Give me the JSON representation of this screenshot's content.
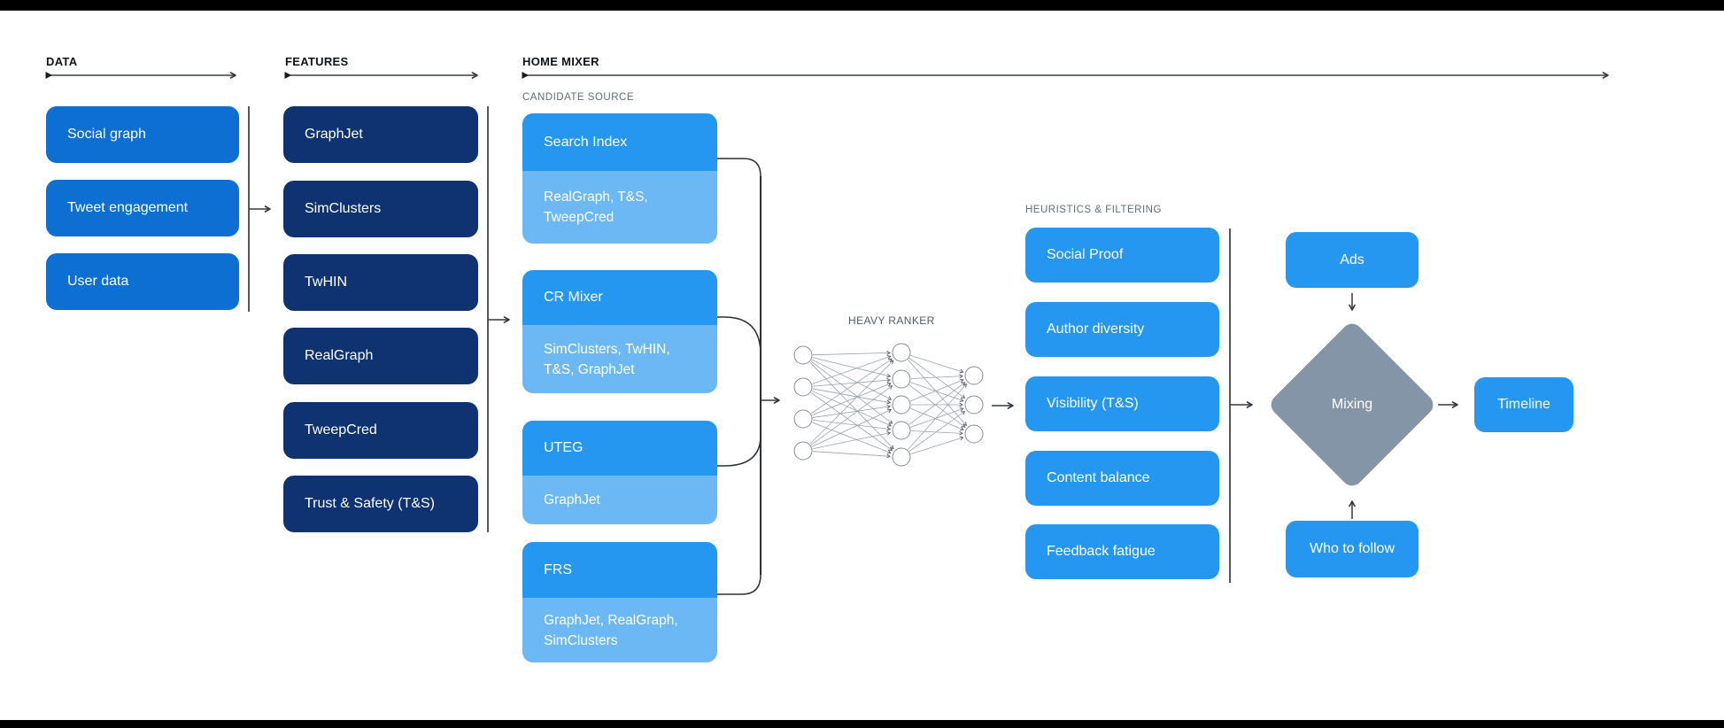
{
  "colors": {
    "background": "#ffffff",
    "letterbox": "#000000",
    "data_box": "#0d6fd2",
    "feature_box": "#0e3370",
    "bright_box": "#2697f0",
    "sub_box": "#6cb8f4",
    "diamond": "#8595a8",
    "box_text": "#ffffff",
    "section_label": "#0f1419",
    "group_label": "#5f6e7c",
    "ranker_label": "#4d5c6b",
    "line": "#33383d",
    "nn_edge": "#9aa2aa",
    "nn_node_stroke": "#858d95"
  },
  "sections": {
    "data": {
      "label": "DATA",
      "boxes": [
        "Social graph",
        "Tweet engagement",
        "User data"
      ]
    },
    "features": {
      "label": "FEATURES",
      "boxes": [
        "GraphJet",
        "SimClusters",
        "TwHIN",
        "RealGraph",
        "TweepCred",
        "Trust & Safety (T&S)"
      ]
    },
    "home_mixer": {
      "label": "HOME MIXER",
      "candidate_source": {
        "label": "CANDIDATE SOURCE",
        "boxes": [
          {
            "title": "Search Index",
            "subtitle": "RealGraph, T&S, TweepCred"
          },
          {
            "title": "CR Mixer",
            "subtitle": "SimClusters, TwHIN, T&S, GraphJet"
          },
          {
            "title": "UTEG",
            "subtitle": "GraphJet"
          },
          {
            "title": "FRS",
            "subtitle": "GraphJet, RealGraph, SimClusters"
          }
        ]
      },
      "heavy_ranker": {
        "label": "HEAVY RANKER"
      },
      "heuristics": {
        "label": "HEURISTICS & FILTERING",
        "boxes": [
          "Social Proof",
          "Author diversity",
          "Visibility (T&S)",
          "Content balance",
          "Feedback fatigue"
        ]
      },
      "mixing": {
        "ads": "Ads",
        "diamond": "Mixing",
        "who_to_follow": "Who to follow",
        "timeline": "Timeline"
      }
    }
  }
}
